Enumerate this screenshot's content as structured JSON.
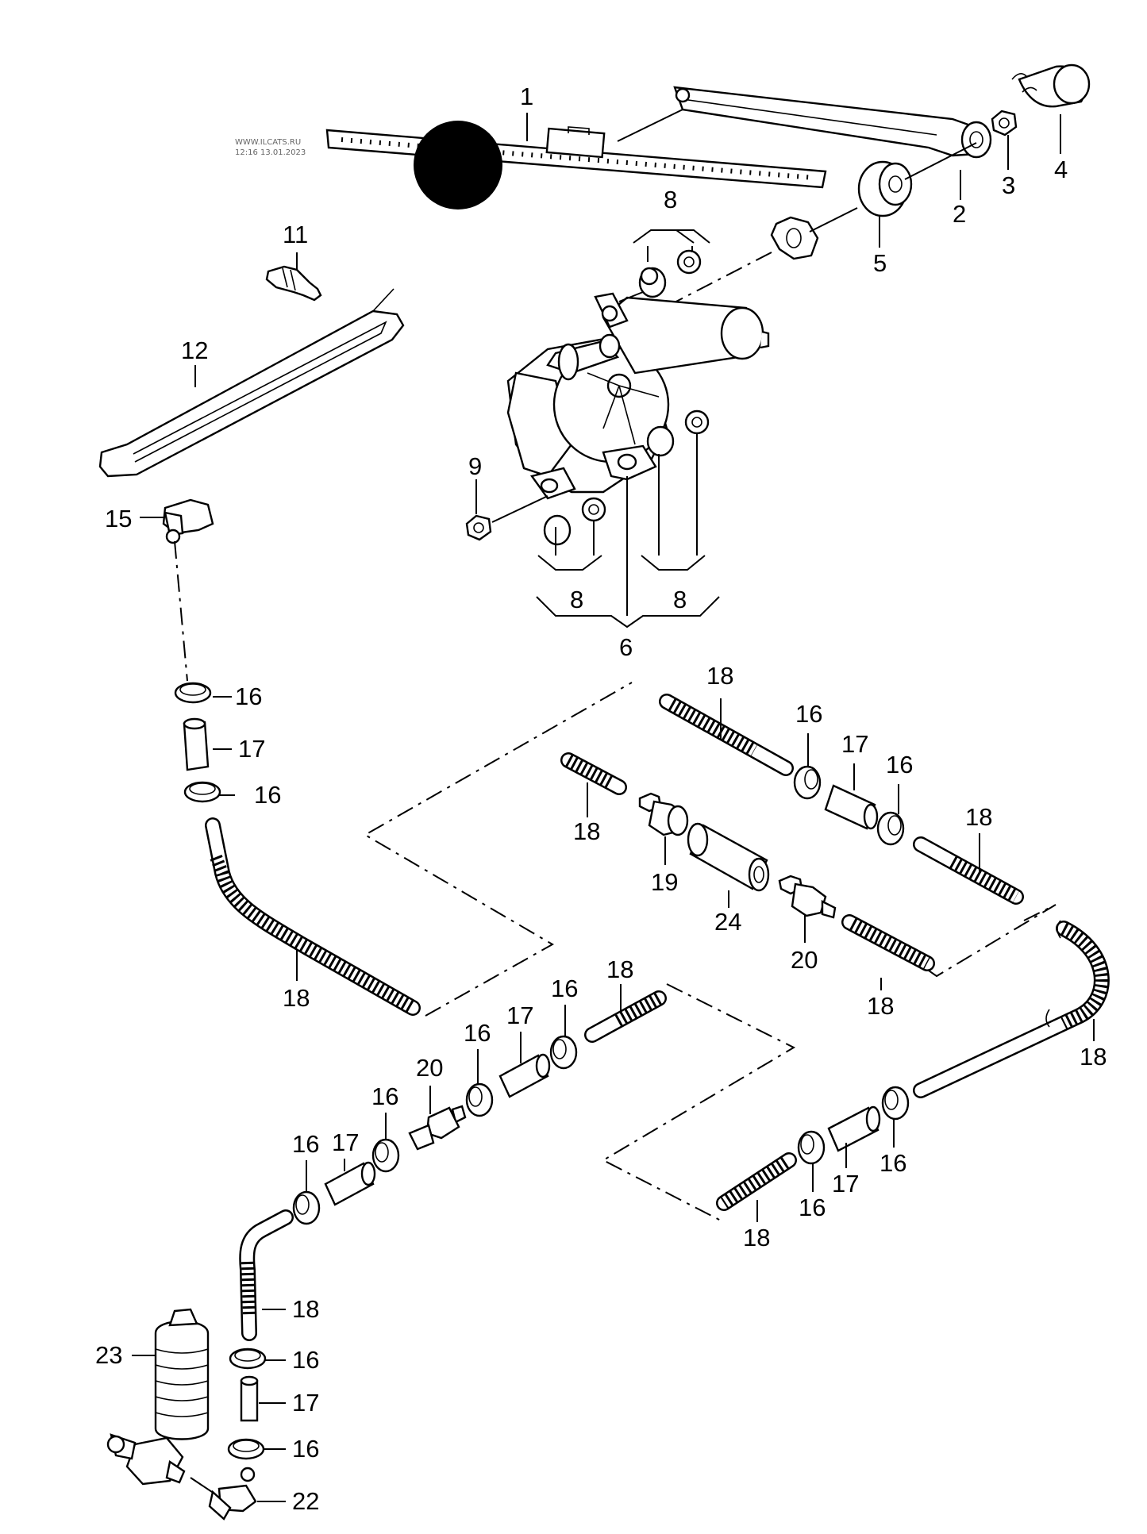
{
  "watermark": {
    "line1": "WWW.ILCATS.RU",
    "line2": "12:16 13.01.2023"
  },
  "labels": {
    "l1": "1",
    "l2": "2",
    "l3": "3",
    "l4": "4",
    "l5": "5",
    "l6": "6",
    "l8a": "8",
    "l8b": "8",
    "l8c": "8",
    "l9": "9",
    "l11": "11",
    "l12": "12",
    "l15": "15",
    "l16a": "16",
    "l17a": "17",
    "l16b": "16",
    "l18a": "18",
    "l18b": "18",
    "l16c": "16",
    "l17b": "17",
    "l16d": "16",
    "l18c": "18",
    "l19": "19",
    "l24": "24",
    "l20a": "20",
    "l18d": "18",
    "l18e": "18",
    "l18f": "18",
    "l16e": "16",
    "l17c": "17",
    "l16f": "16",
    "l20b": "20",
    "l16g": "16",
    "l17d": "17",
    "l16h": "16",
    "l16i": "16",
    "l17e": "17",
    "l16j": "16",
    "l18g": "18",
    "l18h": "18",
    "l23": "23",
    "l16k": "16",
    "l17f": "17",
    "l16l": "16",
    "l22": "22"
  },
  "colors": {
    "ink": "#000000",
    "paper": "#ffffff",
    "marker": "#000000"
  }
}
